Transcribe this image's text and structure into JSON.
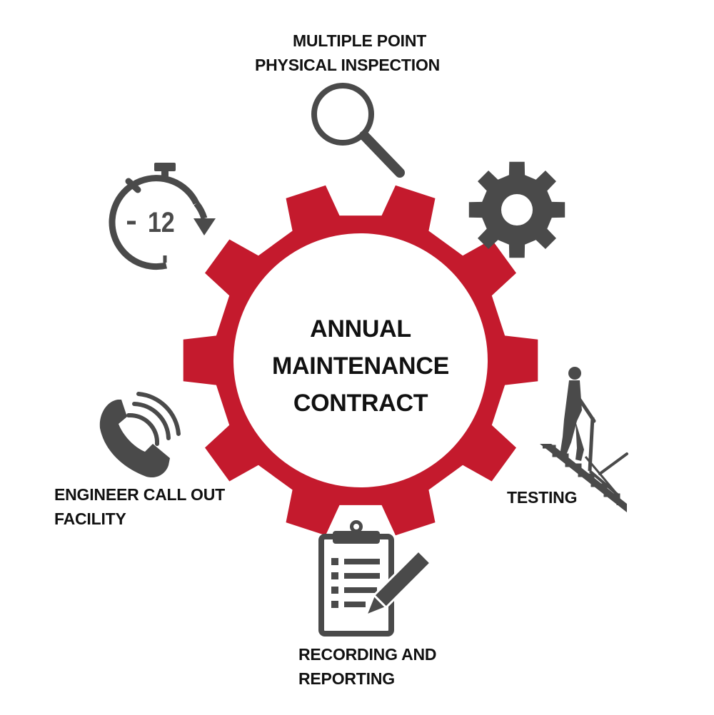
{
  "center": {
    "line1": "ANNUAL",
    "line2": "MAINTENANCE",
    "line3": "CONTRACT"
  },
  "labels": {
    "inspection_line1": "MULTIPLE POINT",
    "inspection_line2": "PHYSICAL INSPECTION",
    "testing": "TESTING",
    "reporting_line1": "RECORDING AND",
    "reporting_line2": "REPORTING",
    "callout_line1": "ENGINEER CALL OUT",
    "callout_line2": "FACILITY",
    "timer_number": "12"
  },
  "icons": [
    "magnifier-icon",
    "gear-icon",
    "stair-climber-icon",
    "clipboard-pencil-icon",
    "phone-icon",
    "stopwatch-icon"
  ],
  "colors": {
    "gear_red": "#C41A2D",
    "icon_gray": "#4A4A4A",
    "text": "#111111"
  }
}
